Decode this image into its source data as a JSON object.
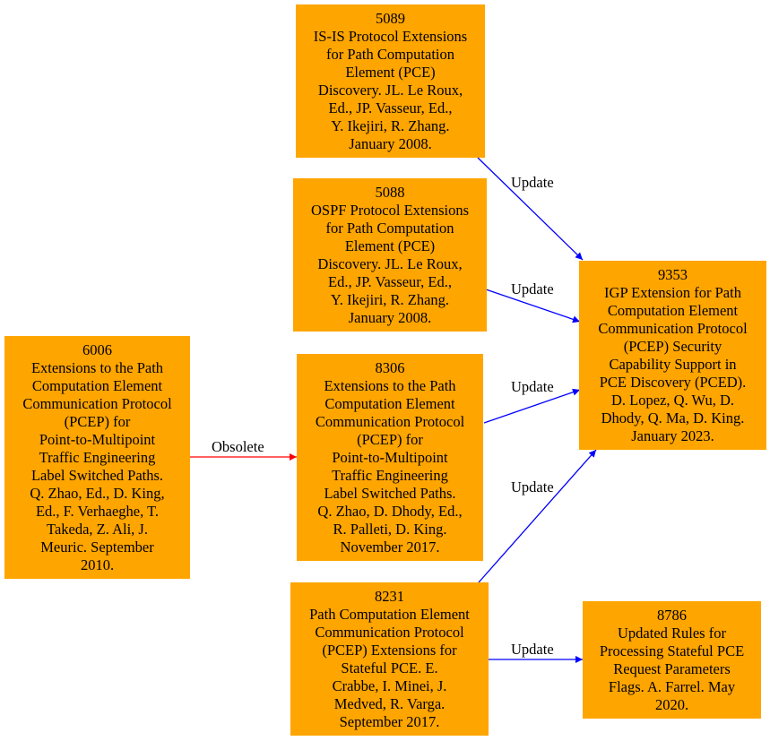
{
  "nodes": {
    "n5089": {
      "lines": [
        "5089",
        "IS-IS Protocol Extensions",
        "for Path Computation",
        "Element (PCE)",
        "Discovery. JL. Le Roux,",
        "Ed., JP. Vasseur, Ed.,",
        "Y. Ikejiri, R. Zhang.",
        "January 2008."
      ]
    },
    "n5088": {
      "lines": [
        "5088",
        "OSPF Protocol Extensions",
        "for Path Computation",
        "Element (PCE)",
        "Discovery. JL. Le Roux,",
        "Ed., JP. Vasseur, Ed.,",
        "Y. Ikejiri, R. Zhang.",
        "January 2008."
      ]
    },
    "n9353": {
      "lines": [
        "9353",
        "IGP Extension for Path",
        "Computation Element",
        "Communication Protocol",
        "(PCEP) Security",
        "Capability Support in",
        "PCE Discovery (PCED).",
        "D. Lopez, Q. Wu, D.",
        "Dhody, Q. Ma, D. King.",
        "January 2023."
      ]
    },
    "n6006": {
      "lines": [
        "6006",
        "Extensions to the Path",
        "Computation Element",
        "Communication Protocol",
        "(PCEP) for",
        "Point-to-Multipoint",
        "Traffic Engineering",
        "Label Switched Paths.",
        "Q. Zhao, Ed., D. King,",
        "Ed., F. Verhaeghe, T.",
        "Takeda, Z. Ali, J.",
        "Meuric. September",
        "2010."
      ]
    },
    "n8306": {
      "lines": [
        "8306",
        "Extensions to the Path",
        "Computation Element",
        "Communication Protocol",
        "(PCEP) for",
        "Point-to-Multipoint",
        "Traffic Engineering",
        "Label Switched Paths.",
        "Q. Zhao, D. Dhody, Ed.,",
        "R. Palleti, D. King.",
        "November 2017."
      ]
    },
    "n8231": {
      "lines": [
        "8231",
        "Path Computation Element",
        "Communication Protocol",
        "(PCEP) Extensions for",
        "Stateful PCE. E.",
        "Crabbe, I. Minei, J.",
        "Medved, R. Varga.",
        "September 2017."
      ]
    },
    "n8786": {
      "lines": [
        "8786",
        "Updated Rules for",
        "Processing Stateful PCE",
        "Request Parameters",
        "Flags. A. Farrel. May",
        "2020."
      ]
    }
  },
  "edges": [
    {
      "id": "e5089_9353",
      "from": "5089",
      "to": "9353",
      "label": "Update",
      "color": "#0000ff"
    },
    {
      "id": "e5088_9353",
      "from": "5088",
      "to": "9353",
      "label": "Update",
      "color": "#0000ff"
    },
    {
      "id": "e8306_9353",
      "from": "8306",
      "to": "9353",
      "label": "Update",
      "color": "#0000ff"
    },
    {
      "id": "e8231_9353",
      "from": "8231",
      "to": "9353",
      "label": "Update",
      "color": "#0000ff"
    },
    {
      "id": "e8231_8786",
      "from": "8231",
      "to": "8786",
      "label": "Update",
      "color": "#0000ff"
    },
    {
      "id": "e6006_8306",
      "from": "6006",
      "to": "8306",
      "label": "Obsolete",
      "color": "#ff0000"
    }
  ],
  "colors": {
    "node_fill": "#ffa500",
    "update_edge": "#0000ff",
    "obsolete_edge": "#ff0000",
    "background": "#ffffff"
  }
}
